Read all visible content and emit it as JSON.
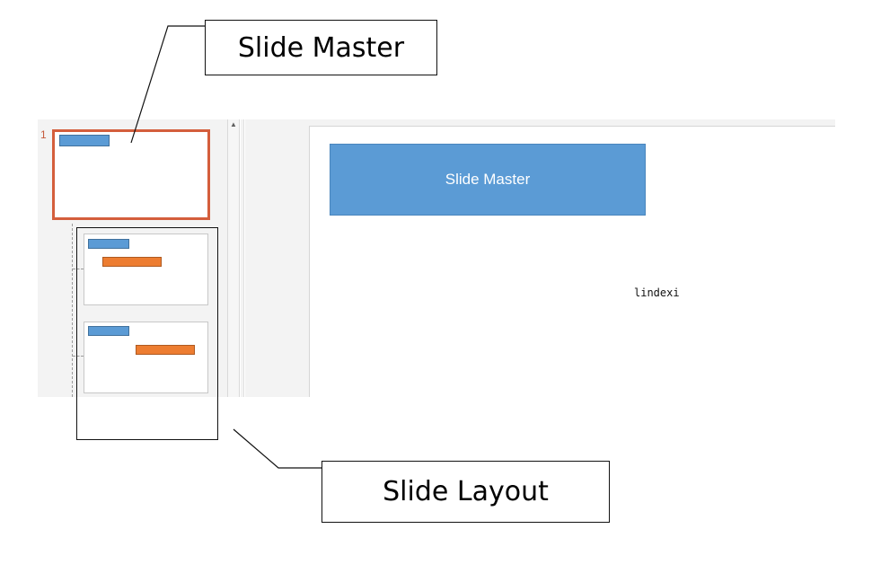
{
  "annotations": {
    "slide_master_label": "Slide Master",
    "slide_layout_label": "Slide Layout"
  },
  "thumbnail_pane": {
    "slide_number": "1",
    "scroll_up_glyph": "▲"
  },
  "slide": {
    "title_text": "Slide Master",
    "body_text": "lindexi"
  },
  "colors": {
    "accent_blue": "#5b9bd5",
    "accent_orange": "#ed7d31",
    "selection": "#d45e3c"
  }
}
